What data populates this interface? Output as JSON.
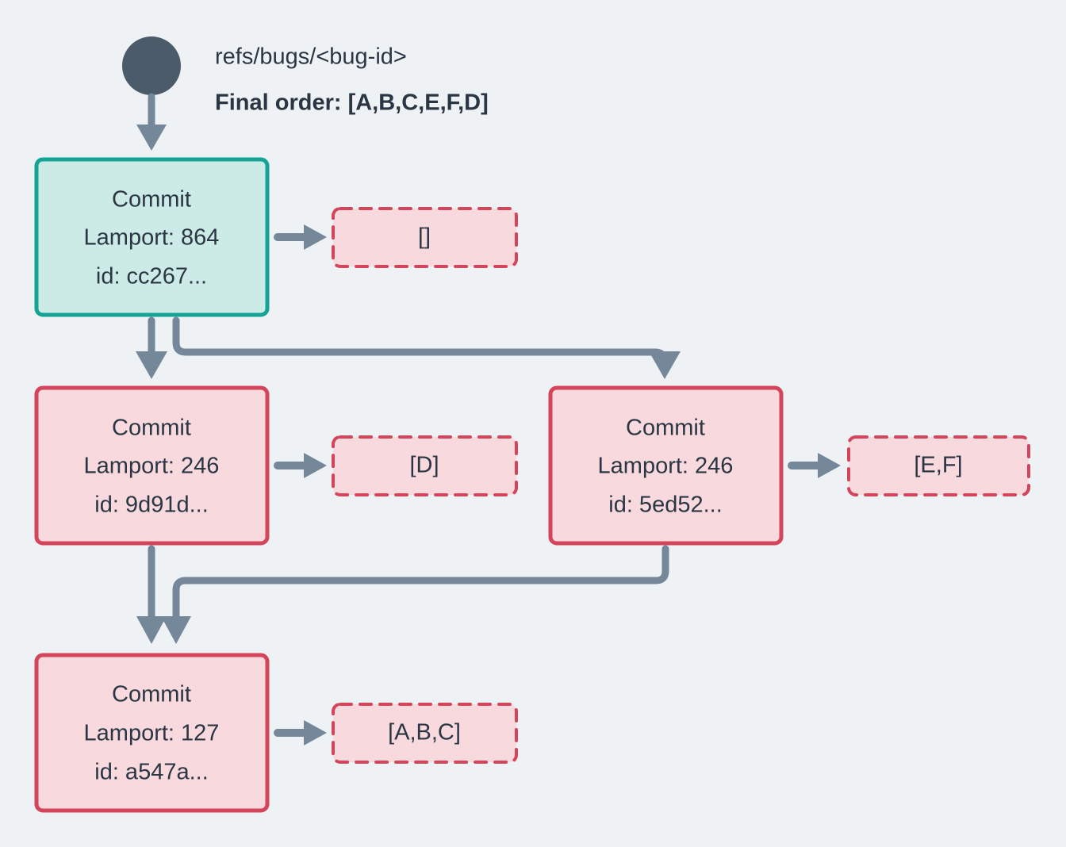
{
  "header": {
    "ref_label": "refs/bugs/<bug-id>",
    "final_order_label": "Final order: [A,B,C,E,F,D]",
    "start_node_icon": "filled-circle-icon"
  },
  "colors": {
    "background": "#eef2f5",
    "head_node_border": "#14a394",
    "head_node_fill": "#cdebe6",
    "commit_node_border": "#d4455b",
    "commit_node_fill": "#f8d9dd",
    "operation_box_border": "#d4455b",
    "operation_box_fill": "#f8d9dd",
    "edge": "#74889a",
    "text": "#2a3644",
    "start_dot": "#4b5b69"
  },
  "nodes": [
    {
      "id": "cc267",
      "kind": "head",
      "title": "Commit",
      "lamport": "Lamport: 864",
      "hash": "id: cc267...",
      "operations": "[]"
    },
    {
      "id": "9d91d",
      "kind": "commit",
      "title": "Commit",
      "lamport": "Lamport: 246",
      "hash": "id: 9d91d...",
      "operations": "[D]"
    },
    {
      "id": "5ed52",
      "kind": "commit",
      "title": "Commit",
      "lamport": "Lamport: 246",
      "hash": "id: 5ed52...",
      "operations": "[E,F]"
    },
    {
      "id": "a547a",
      "kind": "commit",
      "title": "Commit",
      "lamport": "Lamport: 127",
      "hash": "id: a547a...",
      "operations": "[A,B,C]"
    }
  ]
}
